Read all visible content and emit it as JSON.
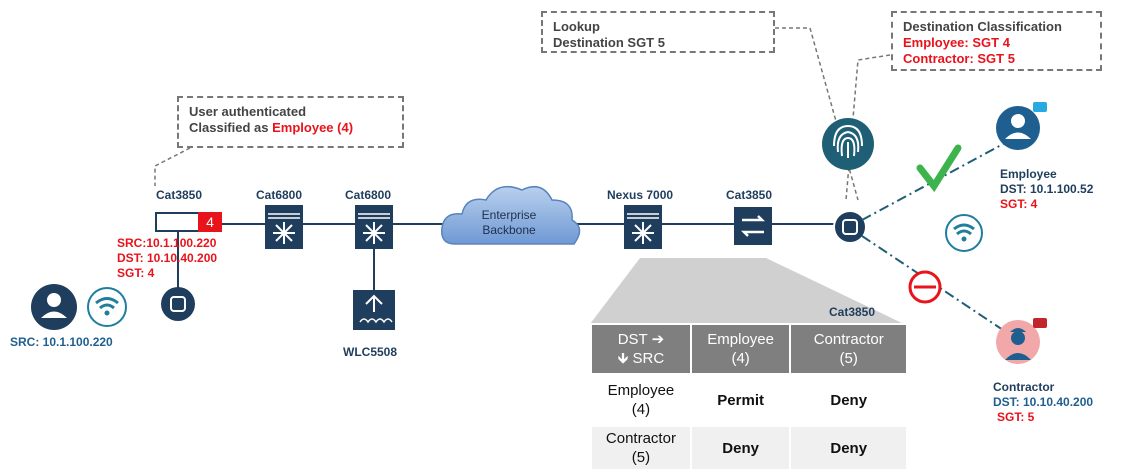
{
  "callouts": {
    "auth": {
      "line1": "User authenticated",
      "line2_prefix": "Classified as ",
      "line2_value": "Employee (4)"
    },
    "lookup": {
      "line1": "Lookup",
      "line2": "Destination SGT 5"
    },
    "dest_class": {
      "title": "Destination Classification",
      "line1": "Employee: SGT 4",
      "line2": "Contractor: SGT 5"
    }
  },
  "devices": {
    "cat3850_left": "Cat3850",
    "cat6800_a": "Cat6800",
    "cat6800_b": "Cat6800",
    "backbone_line1": "Enterprise",
    "backbone_line2": "Backbone",
    "nexus": "Nexus 7000",
    "cat3850_right": "Cat3850",
    "wlc": "WLC5508",
    "cat3850_table": "Cat3850",
    "sgt_tag": "4"
  },
  "packet": {
    "src": "SRC:10.1.100.220",
    "dst": "DST: 10.10.40.200",
    "sgt": "SGT: 4"
  },
  "source_user": {
    "label": "SRC: 10.1.100.220"
  },
  "employee": {
    "name": "Employee",
    "dst": "DST: 10.1.100.52",
    "sgt": "SGT: 4"
  },
  "contractor": {
    "name": "Contractor",
    "dst": "DST: 10.10.40.200",
    "sgt": "SGT: 5"
  },
  "matrix": {
    "header": {
      "corner_line1": "DST ➔",
      "corner_line2": "🡻 SRC",
      "col1_line1": "Employee",
      "col1_line2": "(4)",
      "col2_line1": "Contractor",
      "col2_line2": "(5)"
    },
    "rows": [
      {
        "src_line1": "Employee",
        "src_line2": "(4)",
        "c1": "Permit",
        "c2": "Deny"
      },
      {
        "src_line1": "Contractor",
        "src_line2": "(5)",
        "c1": "Deny",
        "c2": "Deny"
      }
    ]
  },
  "colors": {
    "navy": "#1f3d5c",
    "red": "#e8131b",
    "green": "#2da12d",
    "cloud": "#8fb3e0",
    "teal": "#1f7d9e"
  }
}
